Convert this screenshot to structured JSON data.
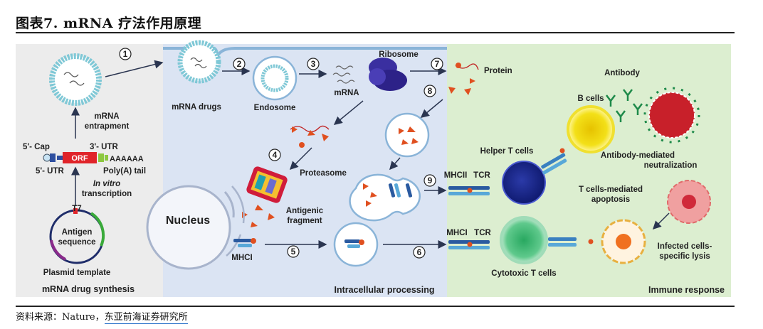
{
  "header": {
    "title": "图表7.   mRNA 疗法作用原理"
  },
  "footer": {
    "source_prefix": "资料来源：Nature，",
    "source_org": "东亚前海证券研究所"
  },
  "diagram": {
    "sections": {
      "synthesis": "mRNA drug synthesis",
      "intracellular": "Intracellular processing",
      "immune": "Immune response"
    },
    "steps": [
      "1",
      "2",
      "3",
      "4",
      "5",
      "6",
      "7",
      "8",
      "9"
    ],
    "labels": {
      "mrna_entrapment_1": "mRNA",
      "mrna_entrapment_2": "entrapment",
      "five_cap": "5'- Cap",
      "three_utr": "3'- UTR",
      "orf": "ORF",
      "polya_seq": "AAAAAA",
      "five_utr": "5'- UTR",
      "polya_tail": "Poly(A) tail",
      "in_vitro_1": "In vitro",
      "in_vitro_2": "transcription",
      "t7": "T7",
      "antigen_1": "Antigen",
      "antigen_2": "sequence",
      "plasmid": "Plasmid template",
      "mrna_drugs": "mRNA drugs",
      "endosome": "Endosome",
      "ribosome": "Ribosome",
      "mrna": "mRNA",
      "protein": "Protein",
      "proteasome": "Proteasome",
      "nucleus": "Nucleus",
      "antigenic_1": "Antigenic",
      "antigenic_2": "fragment",
      "mhci_left": "MHCI",
      "antibody": "Antibody",
      "b_cells": "B cells",
      "helper_t": "Helper T cells",
      "mhcii": "MHCII",
      "tcr_top": "TCR",
      "ab_mediated_1": "Antibody-mediated",
      "ab_mediated_2": "neutralization",
      "t_mediated_1": "T cells-mediated",
      "t_mediated_2": "apoptosis",
      "mhci_right": "MHCI",
      "tcr_bottom": "TCR",
      "infected_1": "Infected cells-",
      "infected_2": "specific lysis",
      "cytotoxic": "Cytotoxic T cells"
    }
  }
}
